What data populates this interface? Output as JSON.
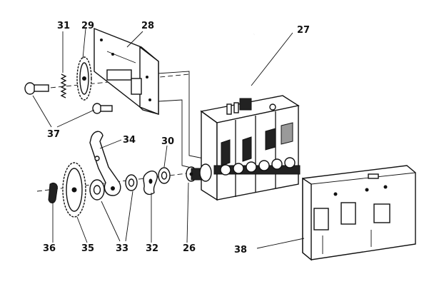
{
  "labels": {
    "p26": "26",
    "p27": "27",
    "p28": "28",
    "p29": "29",
    "p30": "30",
    "p31": "31",
    "p32": "32",
    "p33": "33",
    "p34": "34",
    "p35": "35",
    "p36": "36",
    "p37": "37",
    "p38": "38"
  }
}
